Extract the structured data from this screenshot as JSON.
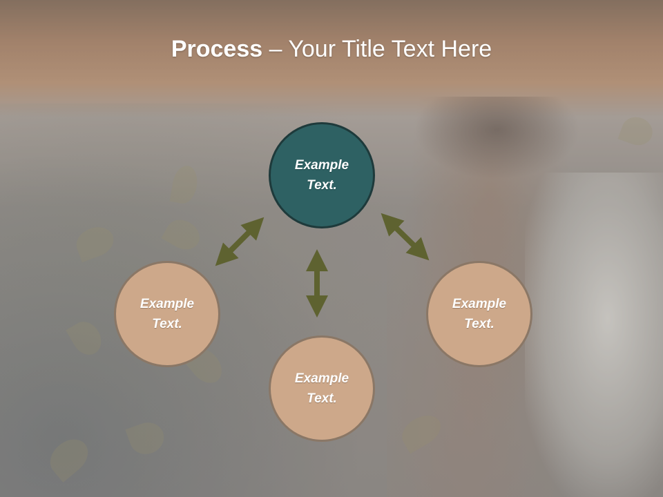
{
  "title": {
    "bold": "Process",
    "rest": " – Your Title Text Here"
  },
  "nodes": [
    {
      "id": "center",
      "text": "Example Text.",
      "color": "#2e6163"
    },
    {
      "id": "left",
      "text": "Example Text.",
      "color": "#cda88a"
    },
    {
      "id": "bottom",
      "text": "Example Text.",
      "color": "#cda88a"
    },
    {
      "id": "right",
      "text": "Example Text.",
      "color": "#cda88a"
    }
  ],
  "arrow_color": "#5e6230"
}
